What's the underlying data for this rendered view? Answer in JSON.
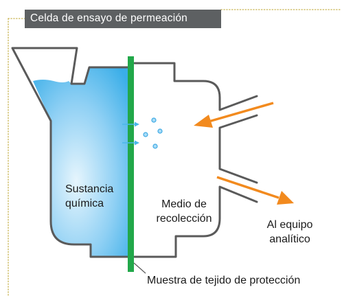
{
  "title": "Celda de ensayo de permeación",
  "labels": {
    "substance": [
      "Sustancia",
      "química"
    ],
    "medium": [
      "Medio de",
      "recolección"
    ],
    "equipment": [
      "Al equipo",
      "analítico"
    ],
    "sample": "Muestra de tejido de protección"
  },
  "colors": {
    "liquid": "#45b3ec",
    "liquid_light": "#d6eefb",
    "membrane": "#22a84a",
    "arrows_flow": "#f28a1e",
    "arrows_permeation": "#4ab7ea",
    "outline": "#5a5a5a",
    "title_bg": "#5d6062",
    "border_dots": "#c7b24e"
  }
}
